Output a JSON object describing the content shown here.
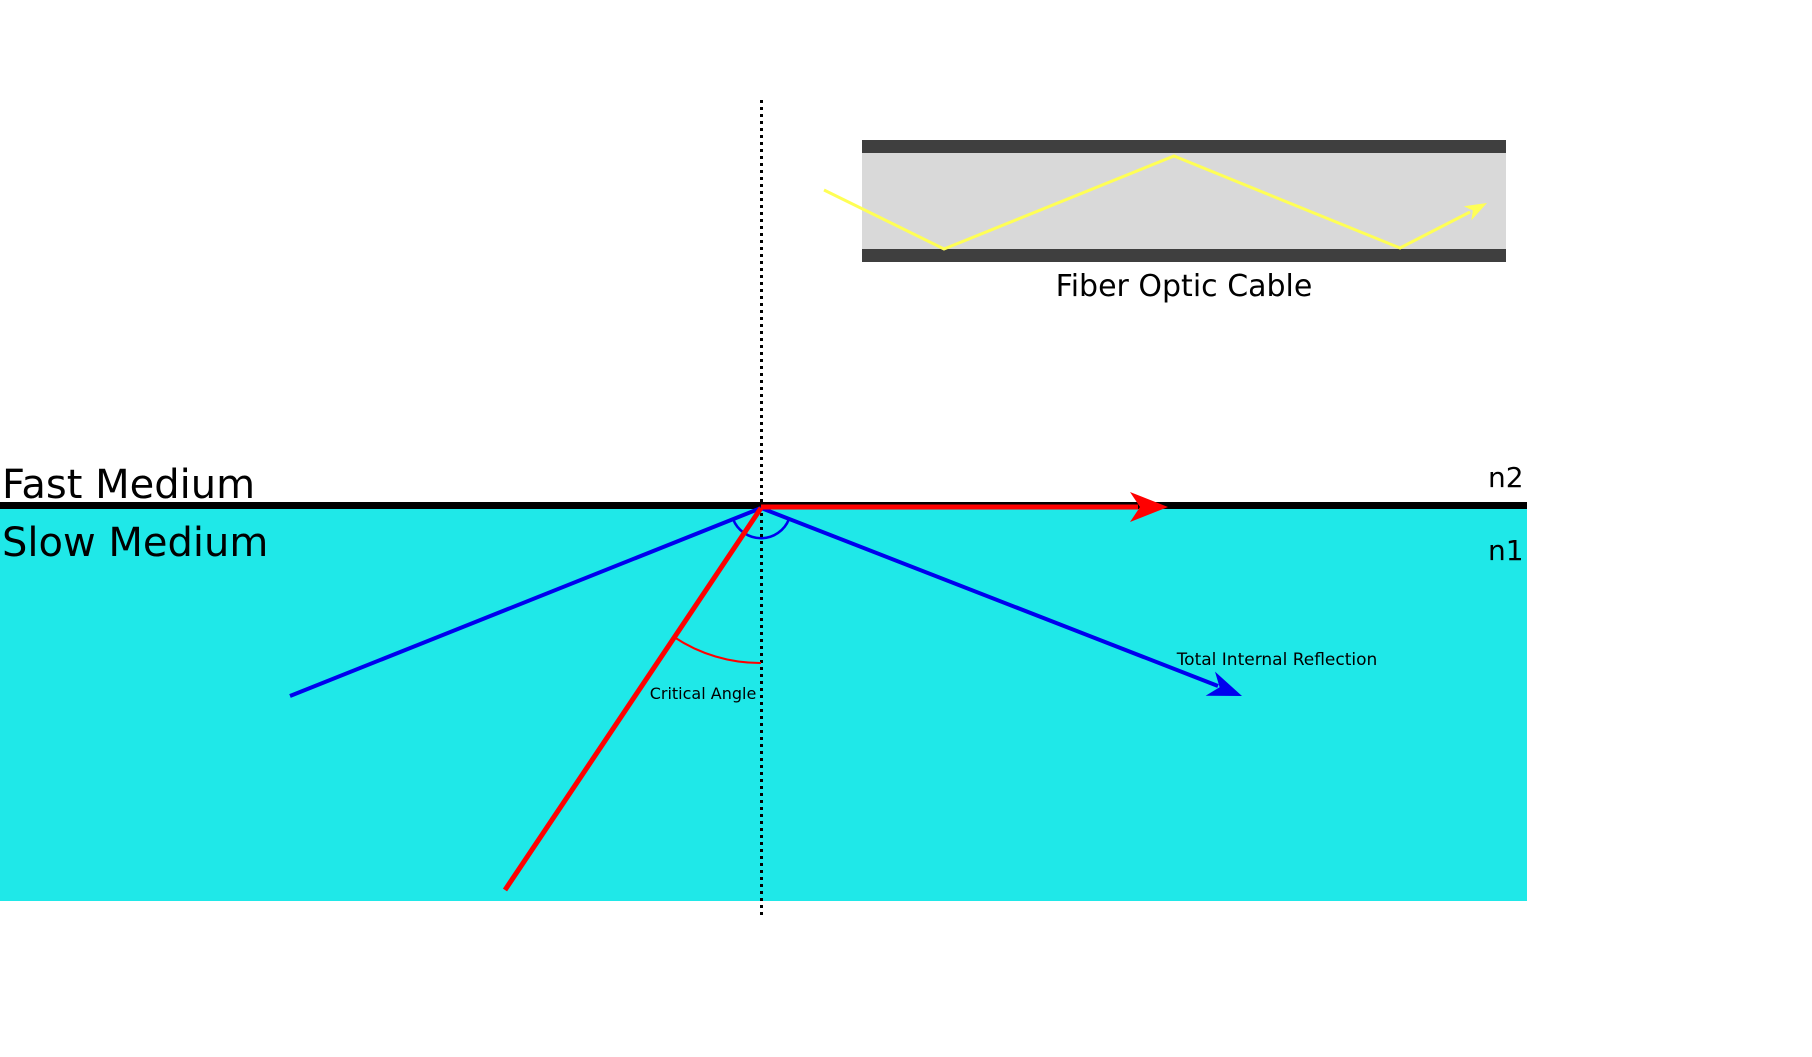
{
  "diagram": {
    "title_context": "Total internal reflection diagram with fiber optic cable inset",
    "labels": {
      "fast_medium": "Fast Medium",
      "slow_medium": "Slow Medium",
      "n2": "n2",
      "n1": "n1",
      "critical_angle": "Critical Angle",
      "total_internal_reflection": "Total Internal Reflection",
      "fiber_optic_cable": "Fiber Optic Cable"
    },
    "colors": {
      "slow_medium_fill": "#1fe8e8",
      "boundary": "#000000",
      "normal_line": "#000000",
      "red_ray": "#ff0000",
      "blue_ray": "#0000ee",
      "fiber_ray": "#ffff55",
      "cable_core_fill": "#d9d9d9",
      "cable_cladding_fill": "#3f3f3f"
    }
  }
}
